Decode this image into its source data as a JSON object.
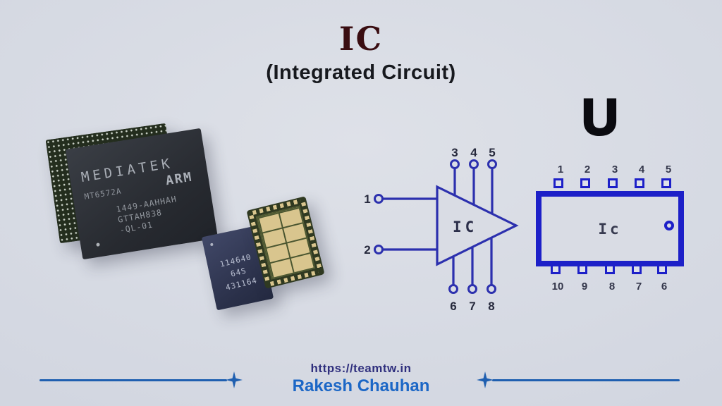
{
  "header": {
    "title": "IC",
    "subtitle": "(Integrated Circuit)"
  },
  "chips": {
    "mediatek": {
      "brand": "MEDIATEK",
      "arm": "ARM",
      "model": "MT6572A",
      "lot1": "1449-AAHHAH",
      "lot2": "GTTAH838",
      "lot3": "-QL-01"
    },
    "small_chip": {
      "line1": "114640",
      "line2": "64S",
      "line3": "431164"
    }
  },
  "opamp_symbol": {
    "label": "IC",
    "left_pins": [
      "1",
      "2"
    ],
    "top_pins": [
      "3",
      "4",
      "5"
    ],
    "bottom_pins": [
      "6",
      "7",
      "8"
    ]
  },
  "dip_symbol": {
    "designator": "U",
    "label": "Ic",
    "top_pins": [
      "1",
      "2",
      "3",
      "4",
      "5"
    ],
    "bottom_pins": [
      "10",
      "9",
      "8",
      "7",
      "6"
    ]
  },
  "footer": {
    "url": "https://teamtw.in",
    "author": "Rakesh Chauhan"
  },
  "colors": {
    "background": "#d3d7e1",
    "title_maroon": "#3a0d11",
    "subtitle_black": "#17191e",
    "schematic_blue": "#2c30ae",
    "dip_blue": "#1d20c8",
    "url_indigo": "#30307e",
    "author_blue": "#1c67c6",
    "rule_blue": "#1f5fb0"
  }
}
